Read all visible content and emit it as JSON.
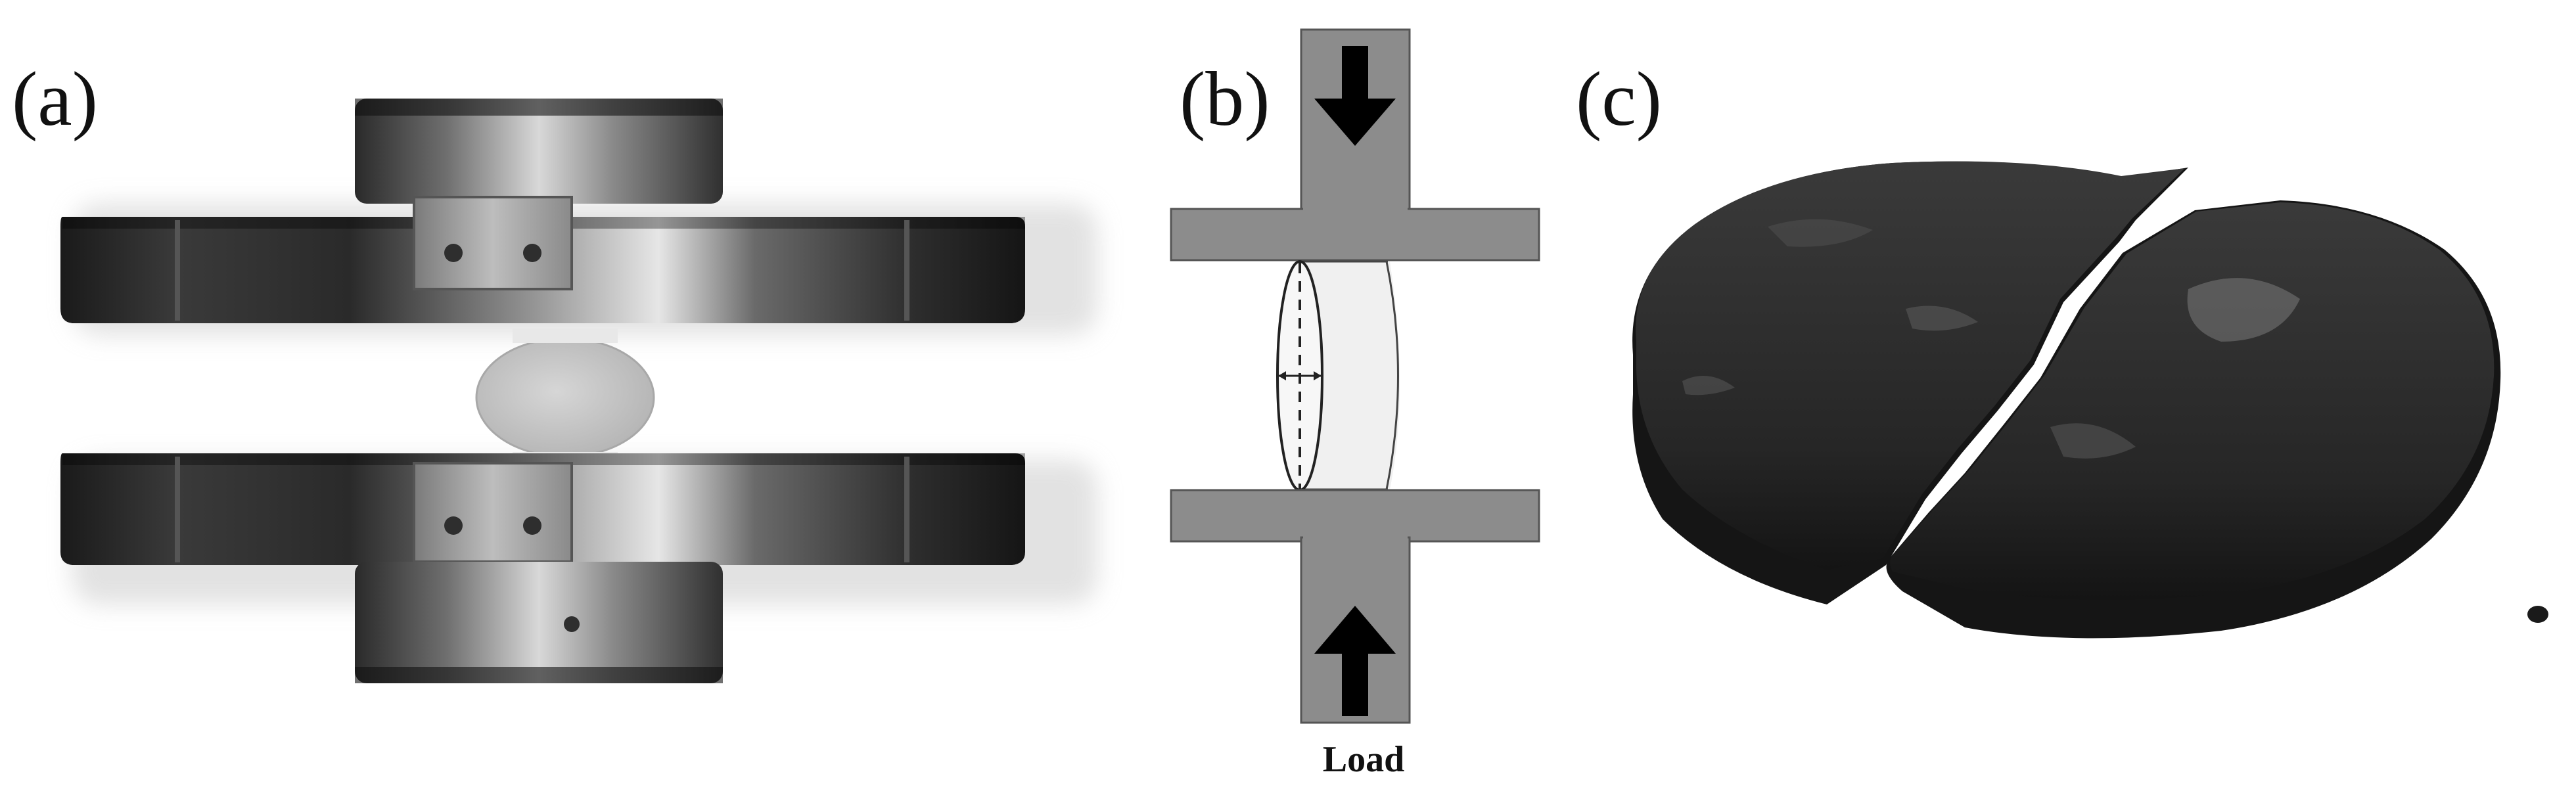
{
  "panels": {
    "a": {
      "label": "(a)"
    },
    "b": {
      "label": "(b)",
      "load_label": "Load"
    },
    "c": {
      "label": "(c)"
    }
  },
  "colors": {
    "metal_dark": "#1f1f1f",
    "metal_mid": "#5e5e5e",
    "metal_light": "#cfcfcf",
    "specimen_light": "#c8c8c8",
    "platen_gray": "#8c8c8c",
    "arrow": "#000000",
    "specimen_fill": "#f0f0f0",
    "fragment": "#2b2b2b"
  },
  "icons": {
    "arrow_down": "arrow-down-icon",
    "arrow_up": "arrow-up-icon"
  }
}
